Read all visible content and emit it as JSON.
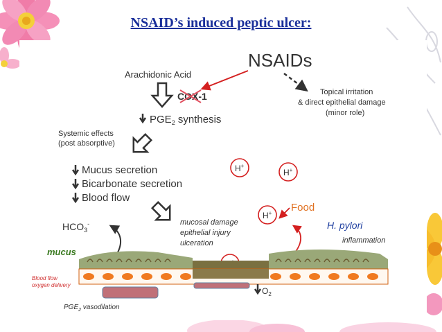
{
  "slide": {
    "title": "NSAID’s induced peptic ulcer:"
  },
  "diagram": {
    "nsaids": "NSAIDs",
    "arachidonic_acid": "Arachidonic Acid",
    "cox1": "COX-1",
    "topical_line1": "Topical irritation",
    "topical_line2": "& direct epithelial damage",
    "topical_line3": "(minor role)",
    "pge2_prefix": "PGE",
    "pge2_sub": "2",
    "pge2_suffix": " synthesis",
    "systemic_line1": "Systemic effects",
    "systemic_line2": "(post absorptive)",
    "mucus_secretion": "Mucus secretion",
    "bicarbonate_secretion": "Bicarbonate secretion",
    "blood_flow": "Blood flow",
    "proton": "H",
    "proton_sup": "+",
    "food": "Food",
    "hco3": "HCO",
    "hco3_sub": "3",
    "hco3_sup": "-",
    "mucosal_line1": "mucosal damage",
    "mucosal_line2": "epithelial injury",
    "mucosal_line3": "ulceration",
    "h_pylori": "H. pylori",
    "inflammation": "inflammation",
    "mucus": "mucus",
    "blood_flow_label_line1": "Blood flow",
    "blood_flow_label_line2": "oxygen delivery",
    "pge2_vaso_prefix": "PGE",
    "pge2_vaso_sub": "2",
    "pge2_vaso_suffix": " vasodilation",
    "o2": "O",
    "o2_sub": "2"
  },
  "colors": {
    "title": "#1a2f9a",
    "cross": "#e05060",
    "red_arrow": "#d42020",
    "food": "#e07020",
    "h_pylori": "#2040a0",
    "mucus_text": "#3a7a20",
    "blood_label": "#d03030",
    "mucosa_green": "#9aa878",
    "cell_orange": "#f07a20",
    "vessel": "#c07078"
  }
}
